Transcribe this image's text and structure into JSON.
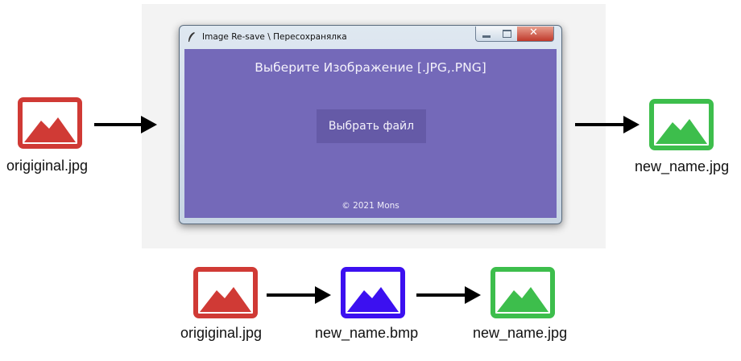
{
  "window": {
    "title": "Image Re-save \\ Пересохранялка",
    "heading": "Выберите Изображение [.JPG,.PNG]",
    "button_label": "Выбрать файл",
    "copyright": "© 2021 Mons"
  },
  "top_flow": {
    "input_label": "origiginal.jpg",
    "output_label": "new_name.jpg"
  },
  "bottom_flow": {
    "step1_label": "origiginal.jpg",
    "step2_label": "new_name.bmp",
    "step3_label": "new_name.jpg"
  },
  "colors": {
    "original": "#d03a35",
    "intermediate": "#3c10f0",
    "output": "#3dbe4c",
    "window_bg": "#7469b9"
  }
}
